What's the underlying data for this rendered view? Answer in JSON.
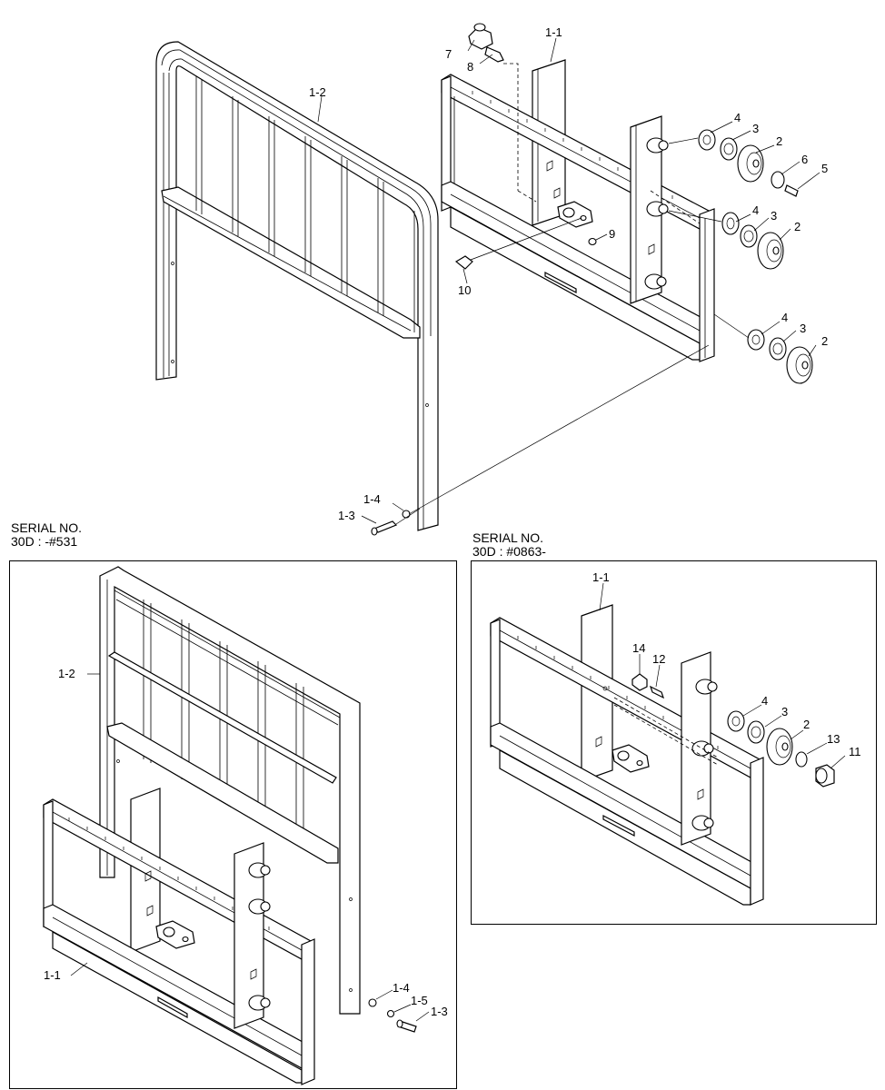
{
  "main_callouts": {
    "c1_1": "1-1",
    "c1_2": "1-2",
    "c1_3": "1-3",
    "c1_4": "1-4",
    "c2a": "2",
    "c2b": "2",
    "c2c": "2",
    "c3a": "3",
    "c3b": "3",
    "c3c": "3",
    "c4a": "4",
    "c4b": "4",
    "c4c": "4",
    "c5": "5",
    "c6": "6",
    "c7": "7",
    "c8": "8",
    "c9": "9",
    "c10": "10"
  },
  "left_inset": {
    "serial_line1": "SERIAL NO.",
    "serial_line2": "30D : -#531",
    "callouts": {
      "c1_2": "1-2",
      "c1_1": "1-1",
      "c1_4": "1-4",
      "c1_5": "1-5",
      "c1_3": "1-3"
    }
  },
  "right_inset": {
    "serial_line1": "SERIAL NO.",
    "serial_line2": "30D : #0863-",
    "callouts": {
      "c1_1": "1-1",
      "c14": "14",
      "c12": "12",
      "c4": "4",
      "c3": "3",
      "c2": "2",
      "c13": "13",
      "c11": "11"
    }
  }
}
